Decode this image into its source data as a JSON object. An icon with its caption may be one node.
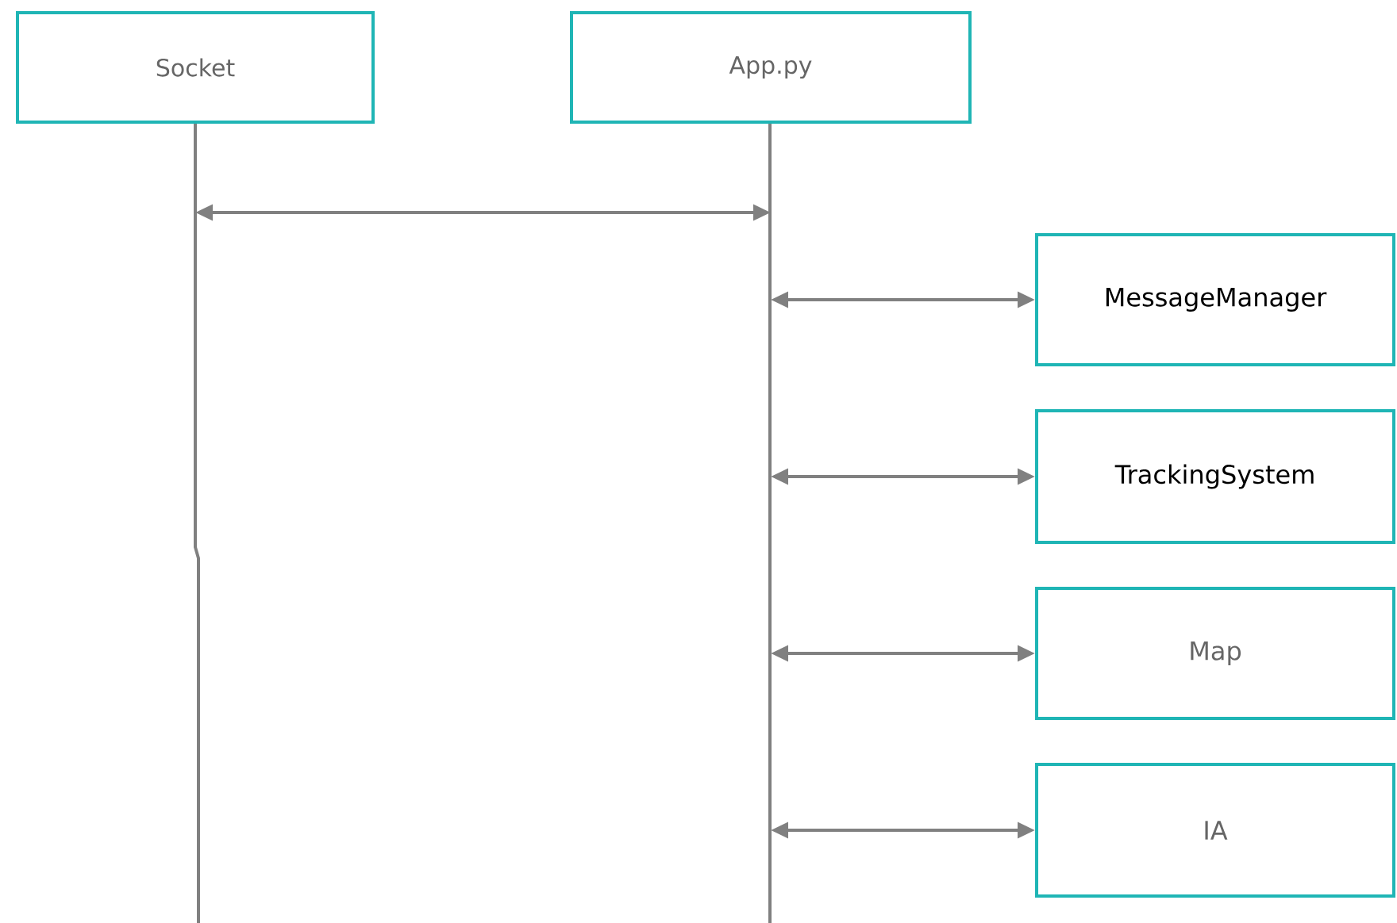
{
  "diagram": {
    "nodes": [
      {
        "text": [
          "Socket"
        ]
      },
      {
        "text": [
          "App.py"
        ]
      },
      {
        "text": [
          "MessageManager"
        ]
      },
      {
        "text": [
          "TrackingSystem"
        ]
      },
      {
        "text": [
          "Map"
        ]
      },
      {
        "text": [
          "IA"
        ]
      }
    ],
    "edges": [
      {
        "from": 0,
        "to": 1,
        "arrow": "both"
      },
      {
        "from": 1,
        "to": 2,
        "arrow": "both"
      },
      {
        "from": 1,
        "to": 3,
        "arrow": "both"
      },
      {
        "from": 1,
        "to": 4,
        "arrow": "both"
      },
      {
        "from": 1,
        "to": 5,
        "arrow": "both"
      }
    ]
  }
}
